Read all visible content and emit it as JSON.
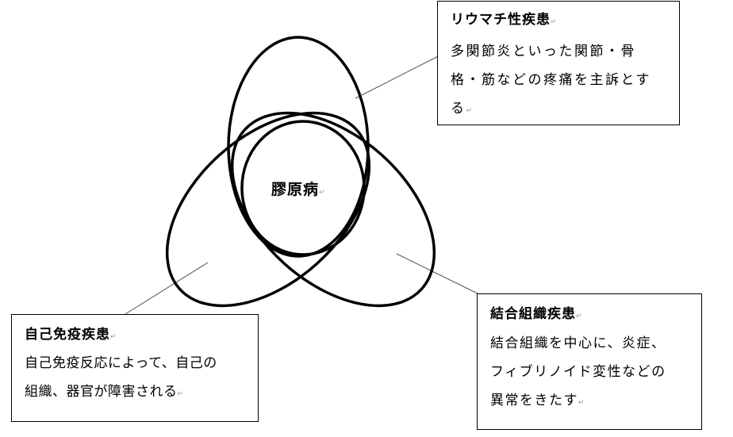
{
  "diagram": {
    "center_label": "膠原病",
    "paragraph_mark": "↵",
    "circles": [
      {
        "name": "rheumatic",
        "label": "リウマチ性疾患"
      },
      {
        "name": "autoimmune",
        "label": "自己免疫疾患"
      },
      {
        "name": "connective-tissue",
        "label": "結合組織疾患"
      }
    ]
  },
  "boxes": {
    "rheumatic": {
      "title": "リウマチ性疾患",
      "lines": [
        "多関節炎といった関節・骨",
        "格・筋などの疼痛を主訴とす",
        "る"
      ]
    },
    "autoimmune": {
      "title": "自己免疫疾患",
      "lines": [
        "自己免疫反応によって、自己の",
        "組織、器官が障害される"
      ]
    },
    "connective_tissue": {
      "title": "結合組織疾患",
      "lines": [
        "結合組織を中心に、炎症、",
        "フィブリノイド変性などの",
        "異常をきたす"
      ]
    }
  },
  "colors": {
    "stroke": "#000000",
    "leader": "#555555",
    "mark": "#999999"
  }
}
